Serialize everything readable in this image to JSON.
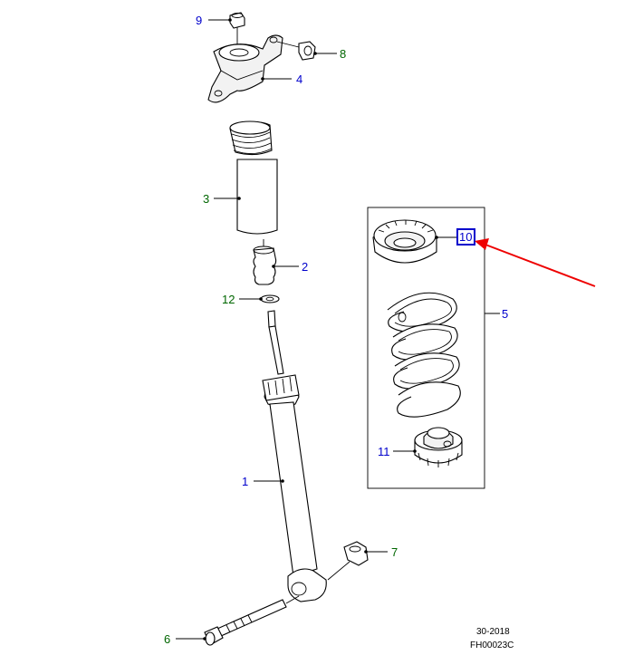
{
  "colors": {
    "blue_callout": "#0000cc",
    "green_callout": "#006600",
    "highlight_box": "#0000cc",
    "arrow": "#ee0000"
  },
  "callouts": {
    "c1": "1",
    "c2": "2",
    "c3": "3",
    "c4": "4",
    "c5": "5",
    "c6": "6",
    "c7": "7",
    "c8": "8",
    "c9": "9",
    "c10": "10",
    "c11": "11",
    "c12": "12"
  },
  "footer": {
    "section": "30-2018",
    "figure_code": "FH00023C"
  }
}
